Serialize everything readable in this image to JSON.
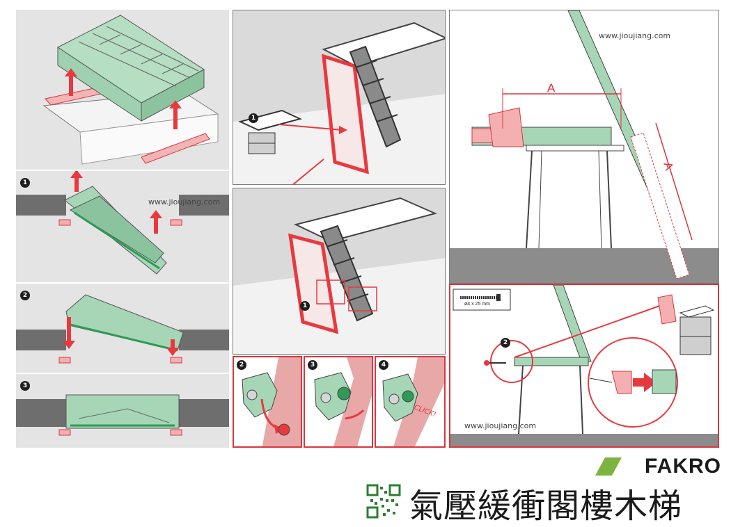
{
  "watermarks": {
    "p1": "www.jioujiang.com",
    "right_top": "www.jioujiang.com",
    "right_bottom": "www.jioujiang.com"
  },
  "steps": {
    "left_1": "1",
    "left_2": "2",
    "left_3": "3",
    "mid_a": "1",
    "mid_b": "1",
    "mid_s2": "2",
    "mid_s3": "3",
    "mid_s4": "4",
    "right_2": "2"
  },
  "dimensions": {
    "a_top": "A",
    "a_side": "A"
  },
  "screw_spec": "ø4 x 25 mm",
  "click_text": "CLICK!",
  "brand": {
    "name": "FAKRO",
    "title_cn": "氣壓緩衝閣樓木梯"
  },
  "colors": {
    "green": "#a6d6b6",
    "red": "#e8393f",
    "grey": "#8c8c8c",
    "panel_bg": "#e4e4e4"
  }
}
